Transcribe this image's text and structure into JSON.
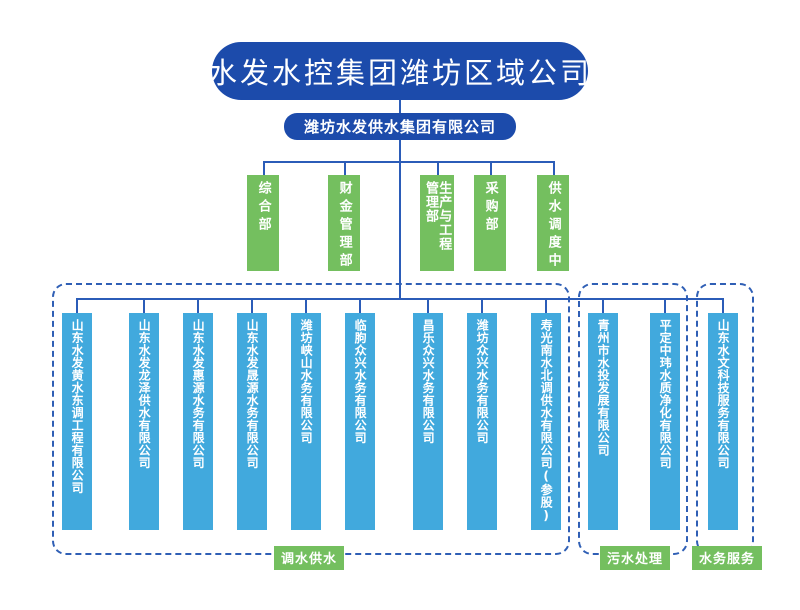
{
  "colors": {
    "root_blue": "#1c4bab",
    "dept_green": "#74bf5f",
    "sub_blue": "#41a9dd",
    "line_blue": "#2b5cb8",
    "dashed_blue": "#2f5fb5",
    "background": "#ffffff"
  },
  "root": {
    "title": "水发水控集团潍坊区域公司"
  },
  "second_level": {
    "title": "潍坊水发供水集团有限公司"
  },
  "departments": [
    {
      "id": "dept-general-office",
      "cols": [
        "综合部"
      ]
    },
    {
      "id": "dept-finance-management",
      "cols": [
        "财金管理部"
      ]
    },
    {
      "id": "dept-production-engineering",
      "cols": [
        "生产与工程",
        "管理部"
      ]
    },
    {
      "id": "dept-procurement",
      "cols": [
        "采购部"
      ]
    },
    {
      "id": "dept-water-dispatch-center",
      "cols": [
        "供水调度中心"
      ]
    }
  ],
  "subsidiaries": [
    {
      "id": "sub-shandong-shuifa-huangshui-dongdiao",
      "cols": [
        "山东水发黄水东调工程有限公司"
      ]
    },
    {
      "id": "sub-shandong-shuifa-longze",
      "cols": [
        "山东水发龙泽供水有限公司"
      ]
    },
    {
      "id": "sub-shandong-shuifa-huiyuan",
      "cols": [
        "山东水发惠源水务有限公司"
      ]
    },
    {
      "id": "sub-shandong-shuifa-shengyuan",
      "cols": [
        "山东水发晟源水务有限公司"
      ]
    },
    {
      "id": "sub-weifang-xiashan",
      "cols": [
        "潍坊峡山水务有限公司"
      ]
    },
    {
      "id": "sub-linqu-zhongxing",
      "cols": [
        "临朐众兴水务有限公司"
      ]
    },
    {
      "id": "sub-changle-zhongxing",
      "cols": [
        "昌乐众兴水务有限公司"
      ]
    },
    {
      "id": "sub-weifang-zhongxing",
      "cols": [
        "潍坊众兴水务有限公司"
      ]
    },
    {
      "id": "sub-shouguang-nanshuibeidiao",
      "cols": [
        "寿光南水北调供水有限公司(参股)"
      ]
    },
    {
      "id": "sub-qingzhou-shuitou",
      "cols": [
        "青州市水投发展有限公司"
      ]
    },
    {
      "id": "sub-pingding-zhongwei",
      "cols": [
        "平定中玮水质净化有限公司"
      ]
    },
    {
      "id": "sub-shandong-shuiwen-keji",
      "cols": [
        "山东水文科技服务有限公司"
      ]
    }
  ],
  "categories": [
    {
      "id": "category-water-transfer-supply",
      "label": "调水供水"
    },
    {
      "id": "category-sewage-treatment",
      "label": "污水处理"
    },
    {
      "id": "category-water-services",
      "label": "水务服务"
    }
  ]
}
